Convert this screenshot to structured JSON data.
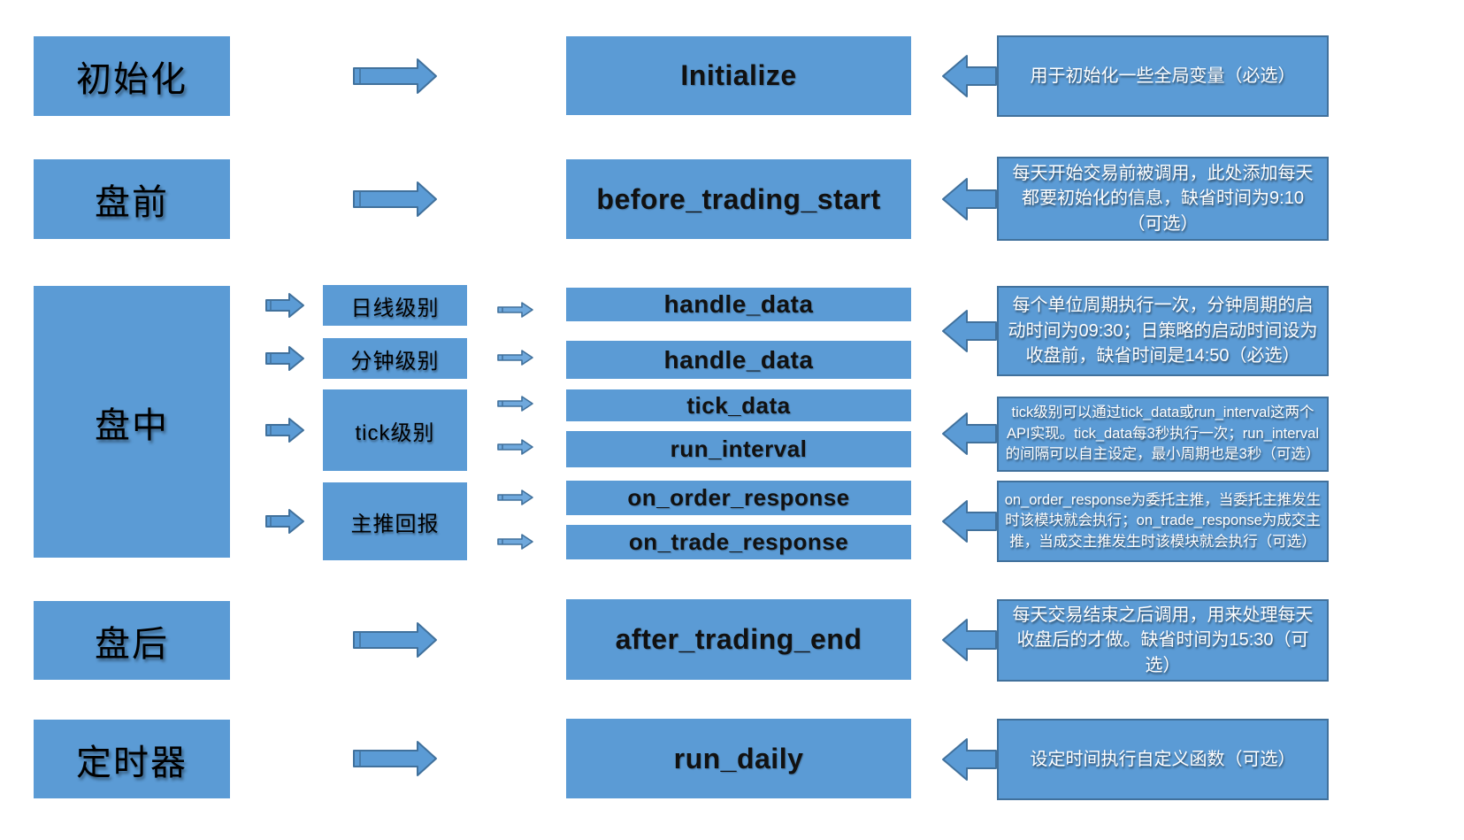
{
  "colors": {
    "shape_fill": "#5b9bd5",
    "shape_outline": "#41719c",
    "stage_text": "#000000",
    "function_text": "#111111",
    "description_text": "#ffffff",
    "background": "#ffffff"
  },
  "icons": {
    "flow_arrow": "right-block-arrow",
    "callout_arrow": "left-block-arrow"
  },
  "stages": [
    {
      "label": "初始化",
      "functions": [
        "Initialize"
      ],
      "descriptions": [
        "用于初始化一些全局变量（必选）"
      ]
    },
    {
      "label": "盘前",
      "functions": [
        "before_trading_start"
      ],
      "descriptions": [
        "每天开始交易前被调用，此处添加每天都要初始化的信息，缺省时间为9:10（可选）"
      ]
    },
    {
      "label": "盘中",
      "sublevels": [
        "日线级别",
        "分钟级别",
        "tick级别",
        "主推回报"
      ],
      "functions": [
        "handle_data",
        "handle_data",
        "tick_data",
        "run_interval",
        "on_order_response",
        "on_trade_response"
      ],
      "descriptions": [
        "每个单位周期执行一次，分钟周期的启动时间为09:30；日策略的启动时间设为收盘前，缺省时间是14:50（必选）",
        "tick级别可以通过tick_data或run_interval这两个API实现。tick_data每3秒执行一次；run_interval的间隔可以自主设定，最小周期也是3秒（可选）",
        "on_order_response为委托主推，当委托主推发生时该模块就会执行；on_trade_response为成交主推，当成交主推发生时该模块就会执行（可选）"
      ]
    },
    {
      "label": "盘后",
      "functions": [
        "after_trading_end"
      ],
      "descriptions": [
        "每天交易结束之后调用，用来处理每天收盘后的才做。缺省时间为15:30（可选）"
      ]
    },
    {
      "label": "定时器",
      "functions": [
        "run_daily"
      ],
      "descriptions": [
        "设定时间执行自定义函数（可选）"
      ]
    }
  ]
}
